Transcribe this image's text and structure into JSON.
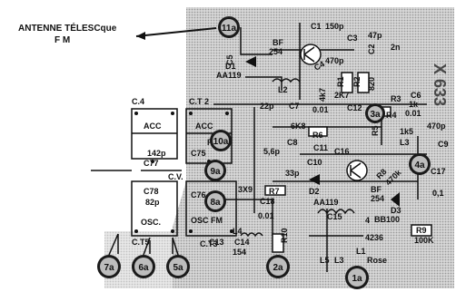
{
  "title_annotation": {
    "line1": "ANTENNE TÉLESCque",
    "line2": "F M"
  },
  "callouts": {
    "c1a": "1a",
    "c2a": "2a",
    "c3a": "3a",
    "c4a": "4a",
    "c5a": "5a",
    "c6a": "6a",
    "c7a": "7a",
    "c8a": "8a",
    "c9a": "9a",
    "c10a": "10a",
    "c11a": "11a"
  },
  "labels": {
    "c1": "C1",
    "c150": "150p",
    "c3": "C3",
    "c47": "47p",
    "c5": "C5",
    "c2": "C2",
    "c2n": "2n",
    "bf254_top": "BF",
    "bf254_top_num": "254",
    "d1": "D1",
    "aa119": "AA119",
    "c4": "C4",
    "p470": "470p",
    "l2": "L2",
    "r1": "R1",
    "r2": "R2",
    "r820": "820",
    "r4k7": "4k7",
    "r2k7": "2K7",
    "r3": "R3",
    "r4": "R4",
    "r1k": "1k",
    "c6": "C6",
    "n001": "0.01",
    "c7": "C7",
    "p22": "22p",
    "n001b": "0.01",
    "c12": "C12",
    "r6k8": "6K8",
    "r6": "R6",
    "c11": "C11",
    "c10": "C10",
    "p56": "5,6p",
    "c8": "C8",
    "p33": "33p",
    "c16": "C16",
    "c9": "C9",
    "p470b": "470p",
    "l3": "L3",
    "r1k5": "1k5",
    "c17": "C17",
    "n01": "0,1",
    "r5": "R5",
    "r8": "R8",
    "k470": "470k",
    "r9": "R9",
    "k100": "100K",
    "d3": "D3",
    "bb100": "BB100",
    "bf254_b": "BF",
    "bf254_b_num": "254",
    "d2": "D2",
    "aa119b": "AA119",
    "c18": "C18",
    "n001c": "0.01",
    "r7": "R7",
    "r3x9": "3X9",
    "c15": "C15",
    "n4": "4",
    "l1": "L1",
    "c14": "C14",
    "r154": "154",
    "r10": "R10",
    "c13": "C13",
    "l4": "L4",
    "l5": "L5",
    "l5b": "L3",
    "rose": "Rose",
    "n4236": "4236",
    "c4_left": "C.4",
    "c2_left": "C.T 2",
    "acc1": "ACC",
    "acc2": "ACC",
    "fm1": "FM",
    "c142": "142p",
    "c77": "C77",
    "c75": "C75",
    "cv": "C.V.",
    "c78": "C78",
    "p82": "82p",
    "osc1": "OSC.",
    "osc2": "OSC FM",
    "c76": "C76",
    "ct5": "C.T5",
    "ct3": "C.T3",
    "x633": "X 633"
  },
  "colors": {
    "ink": "#111111",
    "board": "#bdbdbd",
    "callout": "#1a1a1a"
  }
}
